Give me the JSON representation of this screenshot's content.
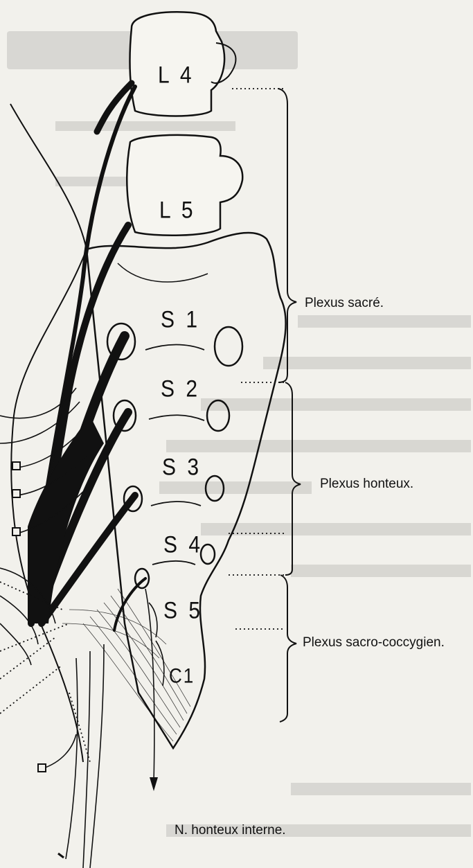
{
  "diagram": {
    "vertebrae": {
      "l4": "L 4",
      "l5": "L 5",
      "s1": "S 1",
      "s2": "S 2",
      "s3": "S 3",
      "s4": "S 4",
      "s5": "S 5",
      "c1": "C1"
    },
    "plexus": {
      "sacre": "Plexus sacré.",
      "honteux": "Plexus honteux.",
      "sacro_coccygien": "Plexus sacro-coccygien."
    },
    "nerve": {
      "honteux_interne": "N. honteux interne."
    },
    "colors": {
      "ink": "#111111",
      "paper": "#f2f1ec"
    }
  }
}
